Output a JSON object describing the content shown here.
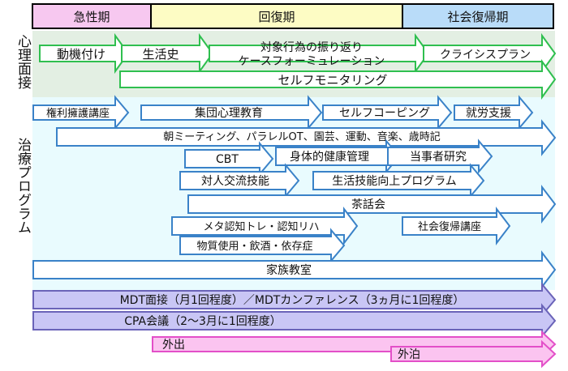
{
  "phases": [
    {
      "label": "急性期",
      "color": "#f7c8f0"
    },
    {
      "label": "回復期",
      "color": "#fdfcc4"
    },
    {
      "label": "社会復帰期",
      "color": "#b9dcf9"
    }
  ],
  "sections": [
    {
      "label": "心理面接",
      "bg": "#e3efe3"
    },
    {
      "label": "治療プログラム",
      "bg": "#e9fbfe"
    }
  ],
  "arrows": {
    "motivation": "動機付け",
    "life_history": "生活史",
    "reflection_line1": "対象行為の振り返り",
    "reflection_line2": "ケースフォーミュレーション",
    "crisis_plan": "クライシスプラン",
    "self_monitoring": "セルフモニタリング",
    "rights_advocacy": "権利擁護講座",
    "group_psychoeducation": "集団心理教育",
    "self_coping": "セルフコーピング",
    "employment_support": "就労支援",
    "daily_activities": "朝ミーティング、パラレルOT、園芸、運動、音楽、歳時記",
    "cbt": "CBT",
    "physical_health": "身体的健康管理",
    "peer_research": "当事者研究",
    "interpersonal_skills": "対人交流技能",
    "life_skills": "生活技能向上プログラム",
    "tea_party": "茶話会",
    "meta_cognitive": "メタ認知トレ・認知リハ",
    "social_reintegration_class": "社会復帰講座",
    "substance_use": "物質使用・飲酒・依存症",
    "family_class": "家族教室",
    "mdt": "MDT面接（月1回程度）／MDTカンファレンス（3ヵ月に1回程度）",
    "cpa": "CPA会議（2〜3月に1回程度）",
    "outing": "外出",
    "overnight": "外泊"
  },
  "colors": {
    "green_stroke": "#2fbf4f",
    "blue_stroke": "#3a82c8",
    "purple_fill": "#c9c6f5",
    "purple_stroke": "#6a63b8",
    "pink_fill": "#fbc4f0",
    "pink_stroke": "#e34fc8"
  }
}
